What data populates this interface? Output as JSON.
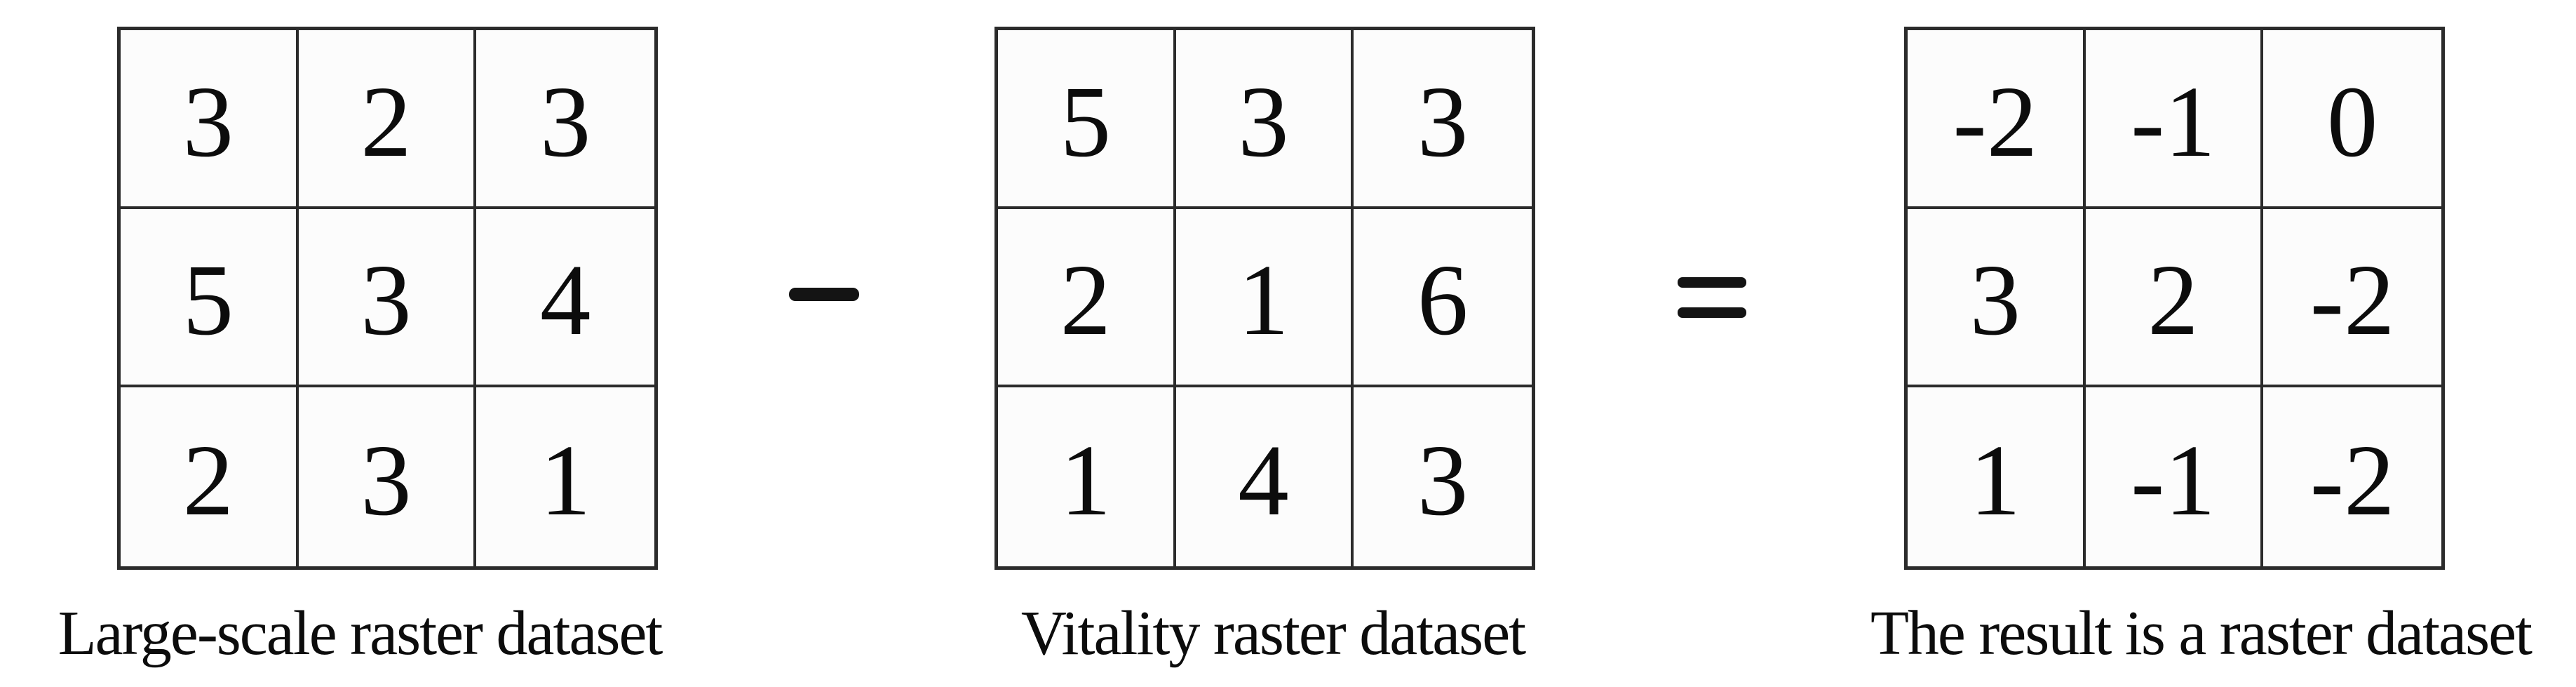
{
  "figure": {
    "background": "#ffffff",
    "line_color": "#2b2b2b",
    "text_color": "#0c0c0c"
  },
  "grids": [
    {
      "caption": "Large-scale raster dataset",
      "rows": [
        [
          3,
          2,
          3
        ],
        [
          5,
          3,
          4
        ],
        [
          2,
          3,
          1
        ]
      ]
    },
    {
      "caption": "Vitality raster dataset",
      "rows": [
        [
          5,
          3,
          3
        ],
        [
          2,
          1,
          6
        ],
        [
          1,
          4,
          3
        ]
      ]
    },
    {
      "caption": "The result is a raster dataset",
      "rows": [
        [
          -2,
          -1,
          0
        ],
        [
          3,
          2,
          -2
        ],
        [
          1,
          -1,
          -2
        ]
      ]
    }
  ],
  "operators": [
    {
      "name": "minus",
      "symbol": "−"
    },
    {
      "name": "equals",
      "symbol": "="
    }
  ]
}
